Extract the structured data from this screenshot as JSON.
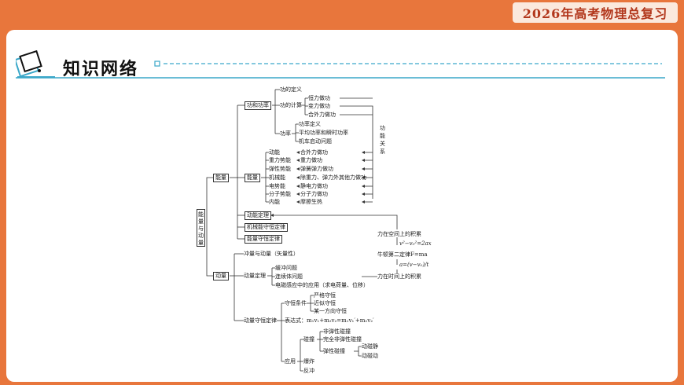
{
  "header": {
    "badge": "2026年高考物理总复习"
  },
  "section": {
    "title": "知识网络"
  },
  "colors": {
    "frame": "#e8763c",
    "badge_text": "#b2371c",
    "accent_line": "#3aa7c9"
  },
  "diagram": {
    "root": "能量与动量",
    "energy": "能量",
    "work_power": "功和功率",
    "work_def": "功的定义",
    "work_calc": "功的计算",
    "const_force": "恒力做功",
    "var_force": "变力做功",
    "net_force": "合外力做功",
    "power": "功率",
    "power_def": "功率定义",
    "avg_inst_power": "平均功率和瞬时功率",
    "car_start": "机车启动问题",
    "work_energy": "功能关系",
    "energy_box": "能量",
    "ke": "动能",
    "net_work": "合外力做功",
    "gpe": "重力势能",
    "g_work": "重力做功",
    "epe": "弹性势能",
    "spring_work": "弹簧弹力做功",
    "mech": "机械能",
    "other_work": "除重力、弹力外其他力做功",
    "elec_pe": "电势能",
    "elec_work": "静电力做功",
    "mol_pe": "分子势能",
    "mol_work": "分子力做功",
    "internal": "内能",
    "friction_heat": "摩擦生热",
    "ke_theorem": "动能定理",
    "mech_cons": "机械能守恒定律",
    "energy_cons": "能量守恒定律",
    "space_acc": "力在空间上的积累",
    "kin_eq": "v²−v₀²=2ax",
    "newton2": "牛顿第二定律F=ma",
    "accel_eq": "a=(v−v₀)/t",
    "time_acc": "力在时间上的积累",
    "momentum": "动量",
    "impulse_mom": "冲量与动量（矢量性）",
    "mom_theorem": "动量定理",
    "buffer": "缓冲问题",
    "continuum": "连续体问题",
    "em_app": "电磁感应中的应用（求电荷量、位移）",
    "mom_cons": "动量守恒定律",
    "cons_cond": "守恒条件",
    "strict": "严格守恒",
    "approx": "近似守恒",
    "one_dir": "某一方向守恒",
    "expression": "表达式：m₁v₁+m₂v₂=m₁v₁′+m₂v₂′",
    "application": "应用",
    "collision": "碰撞",
    "inelastic": "非弹性碰撞",
    "perfect_inelastic": "完全非弹性碰撞",
    "elastic": "弹性碰撞",
    "moving_static": "动碰静",
    "moving_moving": "动碰动",
    "explosion": "爆炸",
    "recoil": "反冲"
  }
}
